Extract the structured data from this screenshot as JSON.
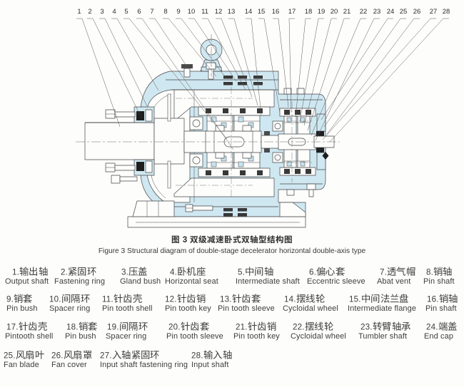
{
  "figure": {
    "caption_cn": "图 3 双级减速卧式双轴型结构图",
    "caption_en": "Figure 3 Structural diagram of double-stage decelerator horizontal double-axis type"
  },
  "callouts": [
    "1",
    "2",
    "3",
    "4",
    "5",
    "6",
    "7",
    "8",
    "9",
    "10",
    "11",
    "12",
    "13",
    "14",
    "15",
    "16",
    "17",
    "18",
    "19",
    "20",
    "21",
    "22",
    "23",
    "24",
    "25",
    "26",
    "27",
    "28"
  ],
  "parts": [
    {
      "num": "1.",
      "cn": "输出轴",
      "en": "Output shaft"
    },
    {
      "num": "2.",
      "cn": "紧固环",
      "en": "Fastening ring"
    },
    {
      "num": "3.",
      "cn": "压盖",
      "en": "Gland bush"
    },
    {
      "num": "4.",
      "cn": "卧机座",
      "en": "Horizontal seat"
    },
    {
      "num": "5.",
      "cn": "中间轴",
      "en": "Intermediate shaft"
    },
    {
      "num": "6.",
      "cn": "偏心套",
      "en": "Eccentric sleeve"
    },
    {
      "num": "7.",
      "cn": "透气帽",
      "en": "Abat vent"
    },
    {
      "num": "8.",
      "cn": "销轴",
      "en": "Pin shaft"
    },
    {
      "num": "9.",
      "cn": "销套",
      "en": "Pin bush"
    },
    {
      "num": "10.",
      "cn": "间隔环",
      "en": "Spacer ring"
    },
    {
      "num": "11.",
      "cn": "针齿壳",
      "en": "Pin tooth shell"
    },
    {
      "num": "12.",
      "cn": "针齿销",
      "en": "Pin tooth key"
    },
    {
      "num": "13.",
      "cn": "针齿套",
      "en": "Pin tooth sleeve"
    },
    {
      "num": "14.",
      "cn": "摆线轮",
      "en": "Cycloidal wheel"
    },
    {
      "num": "15.",
      "cn": "中间法兰盘",
      "en": "Intermediate flange"
    },
    {
      "num": "16.",
      "cn": "销轴",
      "en": "Pin shaft"
    },
    {
      "num": "17.",
      "cn": "针齿壳",
      "en": "Pintooth shell"
    },
    {
      "num": "18.",
      "cn": "销套",
      "en": "Pin bush"
    },
    {
      "num": "19.",
      "cn": "间隔环",
      "en": "Spacer ring"
    },
    {
      "num": "20.",
      "cn": "针齿套",
      "en": "Pin tooth sleeve"
    },
    {
      "num": "21.",
      "cn": "针齿销",
      "en": "Pin tooth key"
    },
    {
      "num": "22.",
      "cn": "摆线轮",
      "en": "Cycloidal wheel"
    },
    {
      "num": "23.",
      "cn": "转臂轴承",
      "en": "Tumbler shaft"
    },
    {
      "num": "24.",
      "cn": "端盖",
      "en": "End cap"
    },
    {
      "num": "25.",
      "cn": "风扇叶",
      "en": "Fan blade"
    },
    {
      "num": "26.",
      "cn": "风扇罩",
      "en": "Fan cover"
    },
    {
      "num": "27.",
      "cn": "入轴紧固环",
      "en": "Input shaft fastening ring"
    },
    {
      "num": "28.",
      "cn": "输入轴",
      "en": "Input shaft"
    }
  ],
  "colors": {
    "section_fill": "#d2e8f2",
    "line": "#3c3c3c",
    "text": "#3f3f3f",
    "background": "#fdfdfc"
  }
}
